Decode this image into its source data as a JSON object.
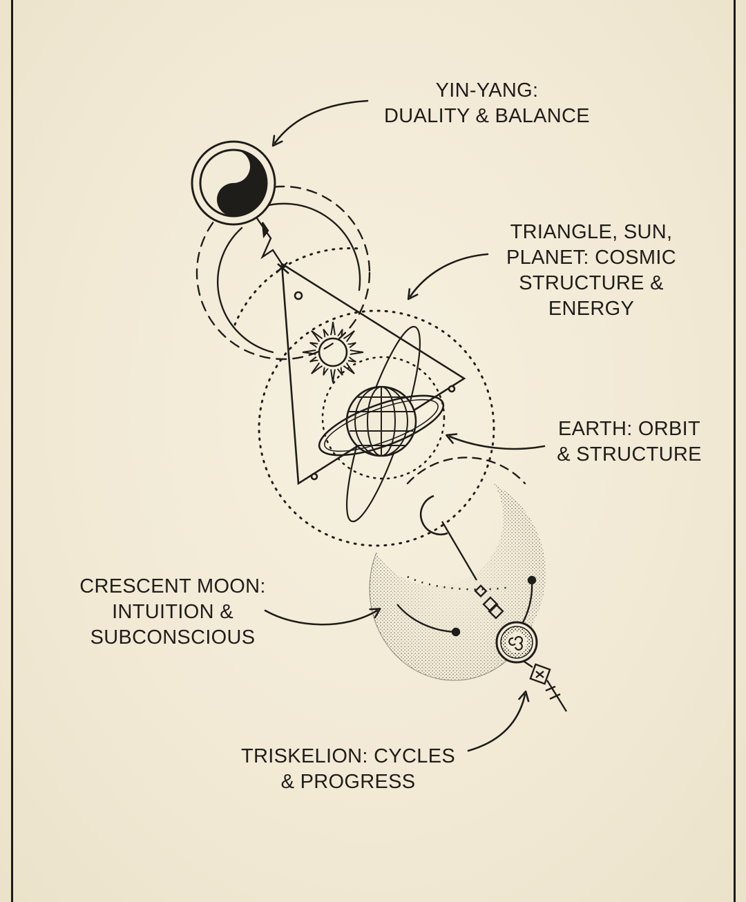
{
  "labels": {
    "yin_yang": {
      "line1": "YIN-YANG:",
      "line2": "DUALITY & BALANCE"
    },
    "triangle": {
      "line1": "TRIANGLE, SUN,",
      "line2": "PLANET: COSMIC",
      "line3": "STRUCTURE &",
      "line4": "ENERGY"
    },
    "earth": {
      "line1": "EARTH: ORBIT",
      "line2": "& STRUCTURE"
    },
    "moon": {
      "line1": "CRESCENT MOON:",
      "line2": "INTUITION &",
      "line3": "SUBCONSCIOUS"
    },
    "triskelion": {
      "line1": "TRISKELION: CYCLES",
      "line2": "& PROGRESS"
    }
  },
  "colors": {
    "ink": "#1f1d1a",
    "paper": "#f2ebd8"
  },
  "icons": [
    "yin-yang-icon",
    "triangle-icon",
    "sun-icon",
    "planet-icon",
    "crescent-moon-icon",
    "triskelion-icon",
    "arrow-icon"
  ]
}
